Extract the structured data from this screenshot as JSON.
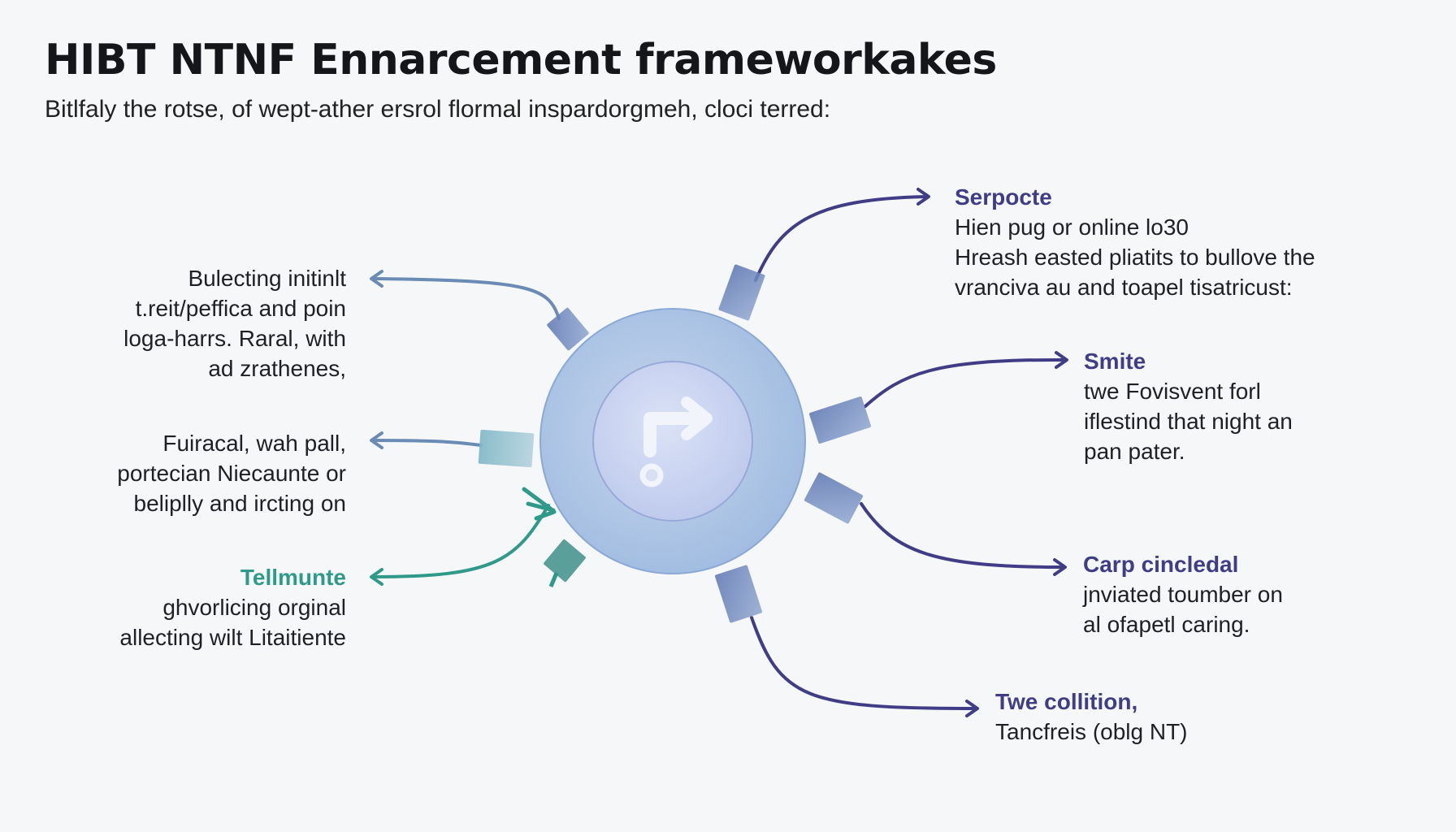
{
  "title": "HIBT NTNF Ennarcement frameworkakes",
  "subtitle": "Bitlfaly the rotse, of wept-ather ersrol flormal inspardorgmeh, cloci terred:",
  "colors": {
    "background": "#f6f7f9",
    "accent_purple": "#403d86",
    "accent_blue": "#6a8cb4",
    "accent_teal": "#2f9a8a",
    "hub_outer": "#a9c1e3",
    "hub_inner": "#c6d1ef"
  },
  "center_icon": "turn-right-arrow-icon",
  "left_nodes": [
    {
      "title": "",
      "lines": [
        "Bulecting initinlt",
        "t.reit/peffica and poin",
        "loga-harrs. Raral, with",
        "ad zrathenes,"
      ],
      "color": "#6a8cb4"
    },
    {
      "title": "",
      "lines": [
        "Fuiracal, wah pall,",
        "portecian Niecaunte or",
        "beliplly and ircting on"
      ],
      "color": "#6a8cb4"
    },
    {
      "title": "Tellmunte",
      "lines": [
        "ghvorlicing orginal",
        "allecting wilt Litaitiente"
      ],
      "color": "#2f9a8a"
    }
  ],
  "right_nodes": [
    {
      "title": "Serpocte",
      "lines": [
        "Hien pug or online lo30",
        "Hreash easted pliatits to bullove the",
        "vranciva au and toapel tisatricust:"
      ],
      "color": "#403d86"
    },
    {
      "title": "Smite",
      "lines": [
        "twe Fovisvent forl",
        "iflestind that night an",
        "pan pater."
      ],
      "color": "#403d86"
    },
    {
      "title": "Carp cincledal",
      "lines": [
        "jnviated toumber on",
        "al ofapetl caring."
      ],
      "color": "#403d86"
    },
    {
      "title": "Twe collition,",
      "lines": [
        "Tancfreis (oblg NT)"
      ],
      "color": "#403d86"
    }
  ]
}
